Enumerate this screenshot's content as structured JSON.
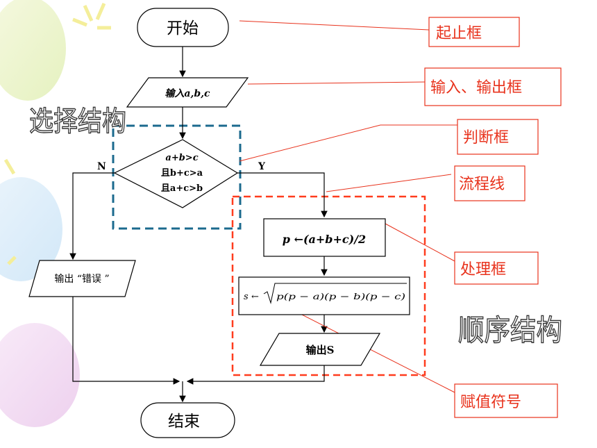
{
  "nodes": {
    "start": "开始",
    "input": "输入a,b,c",
    "decision": [
      "a+b>c",
      "且b+c>a",
      "且a+c>b"
    ],
    "process": "p ←(a+b+c)/2",
    "assign_lhs": "s",
    "assign_arrow": "←",
    "assign_expr": "p(p − a)(p − b)(p − c)",
    "output_s": "输出S",
    "output_error": "输出 “错误 ”",
    "end": "结束"
  },
  "branches": {
    "no": "N",
    "yes": "Y"
  },
  "callouts": {
    "terminal": "起止框",
    "io": "输入、输出框",
    "decision": "判断框",
    "flowline": "流程线",
    "process": "处理框",
    "assignment": "赋值符号"
  },
  "big_labels": {
    "selection": "选择结构",
    "sequence": "顺序结构"
  },
  "colors": {
    "callout": "#e8321c",
    "selection_box": "#1b6a8e",
    "sequence_box": "#ff3c1e",
    "line": "#000000"
  }
}
